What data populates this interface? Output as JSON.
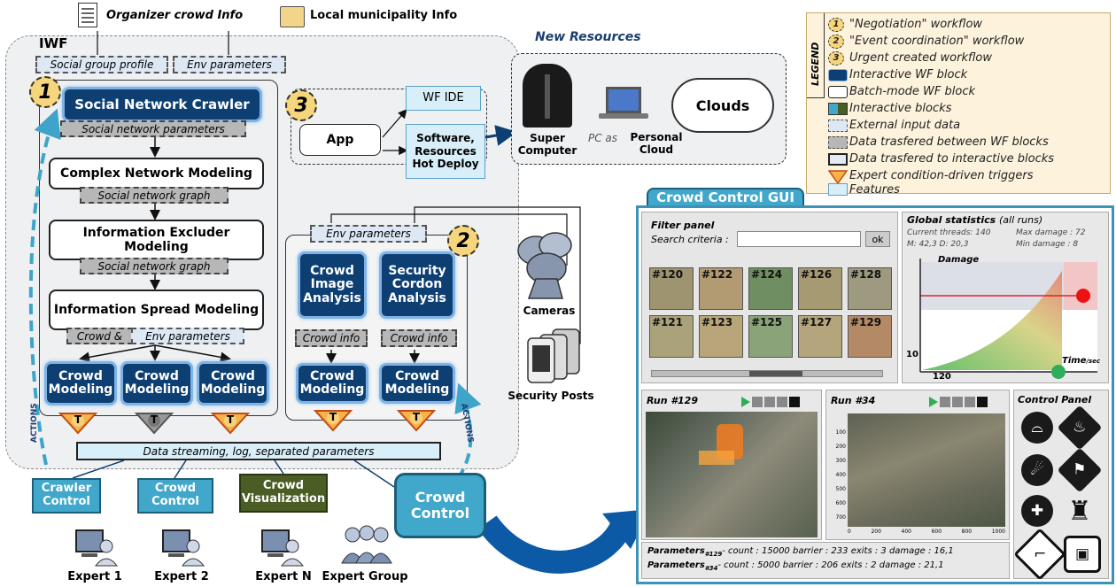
{
  "top_inputs": {
    "organizer": "Organizer crowd Info",
    "municipality": "Local municipality Info"
  },
  "iwf": {
    "title": "IWF",
    "social_group_profile": "Social group profile",
    "env_parameters_top": "Env parameters",
    "badge1": "1",
    "badge2": "2",
    "badge3": "3",
    "social_network_crawler": "Social Network Crawler",
    "social_network_parameters": "Social network parameters",
    "complex_network_modeling": "Complex Network Modeling",
    "social_network_graph": "Social network graph",
    "information_excluder_modeling": "Information Excluder Modeling",
    "information_spread_modeling": "Information Spread Modeling",
    "crowd_and": "Crowd &",
    "env_parameters": "Env parameters",
    "crowd_modeling": "Crowd Modeling",
    "crowd_image_analysis": "Crowd Image Analysis",
    "security_cordon_analysis": "Security Cordon Analysis",
    "crowd_info": "Crowd info",
    "trigger": "T",
    "actions": "ACTIONS",
    "data_streaming": "Data streaming, log, separated parameters"
  },
  "app_area": {
    "app": "App",
    "wf_ide": "WF IDE",
    "software": "Software, Resources Hot Deploy"
  },
  "new_resources": {
    "title": "New Resources",
    "super": "Super Computer",
    "pc_as": "PC as",
    "pc_personal": "Personal Cloud",
    "clouds": "Clouds"
  },
  "devices": {
    "cameras": "Cameras",
    "security_posts": "Security Posts"
  },
  "controls": {
    "crawler": "Crawler Control",
    "crowd": "Crowd Control",
    "visualization": "Crowd Visualization",
    "crowd_big": "Crowd Control"
  },
  "experts": {
    "e1": "Expert 1",
    "e2": "Expert 2",
    "en": "Expert N",
    "group": "Expert Group"
  },
  "legend": {
    "title": "LEGEND",
    "items": [
      "\"Negotiation\" workflow",
      "\"Event coordination\" workflow",
      "Urgent created workflow",
      "Interactive WF block",
      "Batch-mode WF block",
      "Interactive blocks",
      "External input data",
      "Data trasfered between WF blocks",
      "Data trasfered to interactive blocks",
      "Expert condition-driven triggers",
      "Features"
    ]
  },
  "gui": {
    "title": "Crowd Control GUI",
    "filter_panel": "Filter panel",
    "search_criteria": "Search criteria :",
    "ok": "ok",
    "tiles_top": [
      "#120",
      "#122",
      "#124",
      "#126",
      "#128"
    ],
    "tiles_bottom": [
      "#121",
      "#123",
      "#125",
      "#127",
      "#129"
    ],
    "global_stats": "Global statistics",
    "all_runs": "(all runs)",
    "current_threads": "Current threads: 140",
    "max_damage": "Max damage : 72",
    "m_d": "M: 42,3  D: 20,3",
    "min_damage": "Min damage : 8",
    "damage": "Damage",
    "time": "Time",
    "sec": "/sec",
    "y10": "10",
    "x120": "120",
    "run1": "Run #129",
    "run2": "Run #34",
    "axis_y": [
      "100",
      "200",
      "300",
      "400",
      "500",
      "600",
      "700"
    ],
    "axis_x": [
      "0",
      "200",
      "400",
      "600",
      "800",
      "1000"
    ],
    "control_panel": "Control Panel",
    "params1_label": "Parameters",
    "params1_sub": "#129",
    "params1": "- count : 15000  barrier : 233  exits : 3 damage : 16,1",
    "params2_label": "Parameters",
    "params2_sub": "#34",
    "params2": "- count : 5000  barrier : 206  exits : 2 damage : 21,1"
  },
  "colors": {
    "dark_blue": "#0d3f73",
    "cyan": "#41a7cb",
    "legend_bg": "#fdf3dc",
    "gui_border": "#3d93b5",
    "badge": "#f6d67d",
    "trigger": "#f7b24a"
  },
  "icons": [
    "document-icon",
    "folder-icon",
    "supercomputer-icon",
    "laptop-icon",
    "cloud-icon",
    "camera-icon",
    "mobile-device-icon",
    "expert-computer-icon",
    "expert-group-icon",
    "trigger-icon",
    "play-icon",
    "stop-icon",
    "slider-icon",
    "flow-arrow-icon"
  ]
}
